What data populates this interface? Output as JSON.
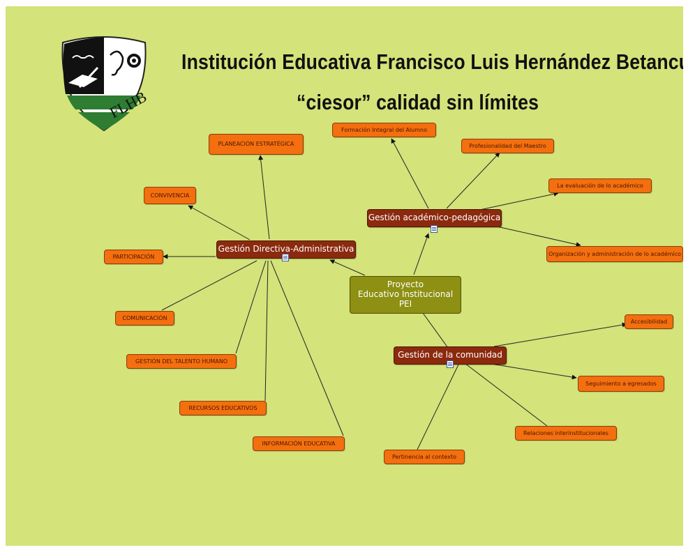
{
  "header": {
    "title_line1": "Institución Educativa Francisco Luis Hernández Betancur",
    "title_line2": "“ciesor” calidad sin límites"
  },
  "logo": {
    "lettering": "FLHB"
  },
  "diagram": {
    "center": {
      "line1": "Proyecto",
      "line2": "Educativo Institucional",
      "line3": "PEI"
    },
    "branches": {
      "directiva": "Gestión Directiva-Administrativa",
      "academica": "Gestión académico-pedagógica",
      "comunidad": "Gestión de la comunidad"
    },
    "directiva_items": {
      "planeacion": "PLANEACIÓN ESTRATÉGICA",
      "convivencia": "CONVIVENCIA",
      "participacion": "PARTICIPACIÓN",
      "comunicacion": "COMUNICACIÓN",
      "talento": "GESTIÓN DEL TALENTO HUMANO",
      "recursos": "RECURSOS EDUCATIVOS",
      "informacion": "INFORMACIÓN EDUCATIVA"
    },
    "academica_items": {
      "formacion": "Formación Integral del Alumno",
      "profesionalidad": "Profesionalidad del Maestro",
      "evaluacion": "La evaluación de lo académico",
      "organizacion": "Organización y administración de lo académico"
    },
    "comunidad_items": {
      "accesibilidad": "Accesibilidad",
      "seguimiento": "Seguimiento a egresados",
      "relaciones": "Relaciones interinstitucionales",
      "pertinencia": "Pertinencia al contexto"
    }
  },
  "colors": {
    "background": "#d4e37a",
    "leaf": "#f36f0f",
    "branch": "#8b2a0e",
    "center": "#8d9012"
  }
}
